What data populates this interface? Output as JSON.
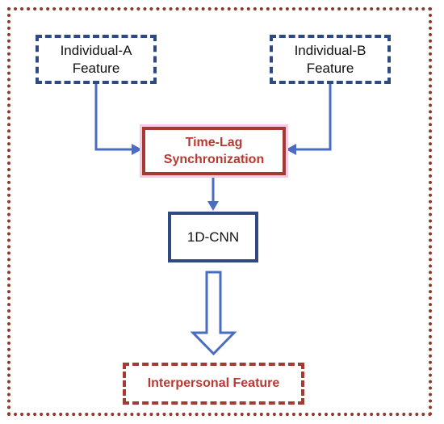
{
  "nodes": {
    "individual_a": {
      "line1": "Individual-A",
      "line2": "Feature"
    },
    "individual_b": {
      "line1": "Individual-B",
      "line2": "Feature"
    },
    "sync": {
      "line1": "Time-Lag",
      "line2": "Synchronization"
    },
    "cnn": {
      "label": "1D-CNN"
    },
    "output": {
      "label": "Interpersonal Feature"
    }
  },
  "colors": {
    "frame": "#8b3a2e",
    "blue": "#2e4a82",
    "arrow": "#4a6cc2",
    "red": "#a63a32",
    "red_text": "#b73a33"
  }
}
